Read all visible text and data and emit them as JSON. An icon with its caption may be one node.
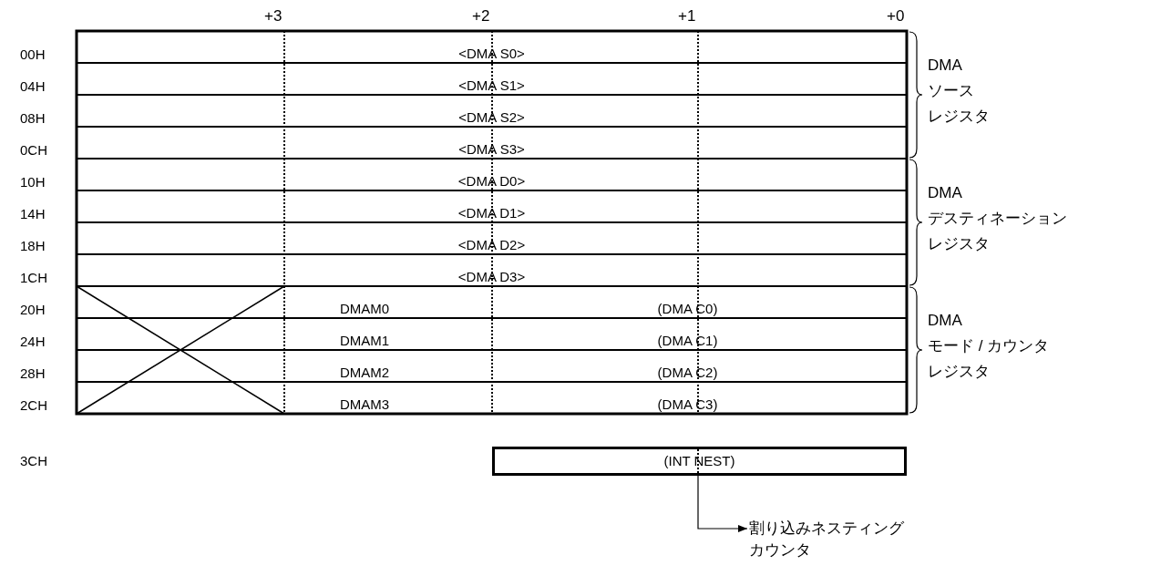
{
  "diagram": {
    "nodes": [
      {
        "text": [
          "<DMA S0>"
        ]
      },
      {
        "text": [
          "<DMA S1>"
        ]
      },
      {
        "text": [
          "<DMA S2>"
        ]
      },
      {
        "text": [
          "<DMA S3>"
        ]
      },
      {
        "text": [
          "<DMA D0>"
        ]
      },
      {
        "text": [
          "<DMA D1>"
        ]
      },
      {
        "text": [
          "<DMA D2>"
        ]
      },
      {
        "text": [
          "<DMA D3>"
        ]
      },
      {
        "text": [
          "DMAM0"
        ]
      },
      {
        "text": [
          "(DMA C0)"
        ]
      },
      {
        "text": [
          "DMAM1"
        ]
      },
      {
        "text": [
          "(DMA C1)"
        ]
      },
      {
        "text": [
          "DMAM2"
        ]
      },
      {
        "text": [
          "(DMA C2)"
        ]
      },
      {
        "text": [
          "DMAM3"
        ]
      },
      {
        "text": [
          "(DMA C3)"
        ]
      },
      {
        "text": [
          "(INT NEST)"
        ]
      },
      {
        "text": [
          "割り込みネスティングカウンタ"
        ]
      }
    ],
    "edges": [
      {
        "from": 16,
        "to": 17,
        "arrow": "to"
      }
    ],
    "labels": [
      "+3",
      "+2",
      "+1",
      "+0",
      "00H",
      "04H",
      "08H",
      "0CH",
      "10H",
      "14H",
      "18H",
      "1CH",
      "20H",
      "24H",
      "28H",
      "2CH",
      "3CH",
      "DMA",
      "ソース",
      "レジスタ",
      "DMA",
      "デスティネーション",
      "レジスタ",
      "DMA",
      "モード / カウンタ",
      "レジスタ"
    ]
  }
}
